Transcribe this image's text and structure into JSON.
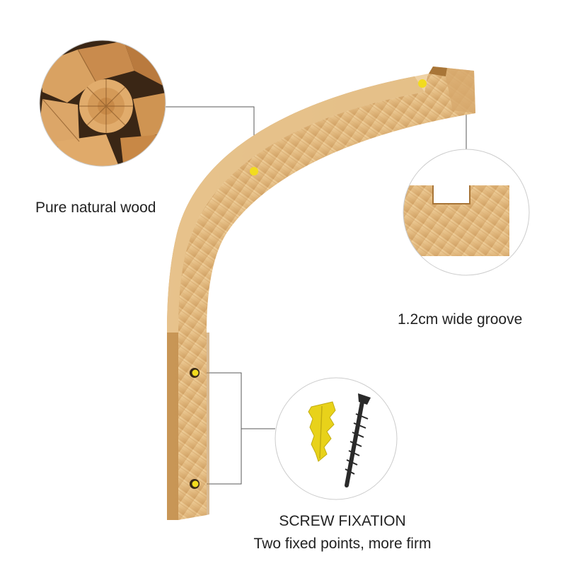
{
  "labels": {
    "material": "Pure natural wood",
    "groove": "1.2cm wide groove",
    "screw_title": "SCREW FIXATION",
    "screw_subtitle": "Two fixed points, more firm"
  },
  "colors": {
    "wood_light": "#e9c48f",
    "wood_mid": "#d9ad72",
    "wood_dark": "#b98646",
    "marker": "#f2dc1e",
    "line": "#555555",
    "anchor": "#e8d21a",
    "screw": "#2a2a2a"
  },
  "icons": [
    "firewood-closeup-image",
    "groove-closeup-image",
    "screw-and-anchor-image"
  ]
}
